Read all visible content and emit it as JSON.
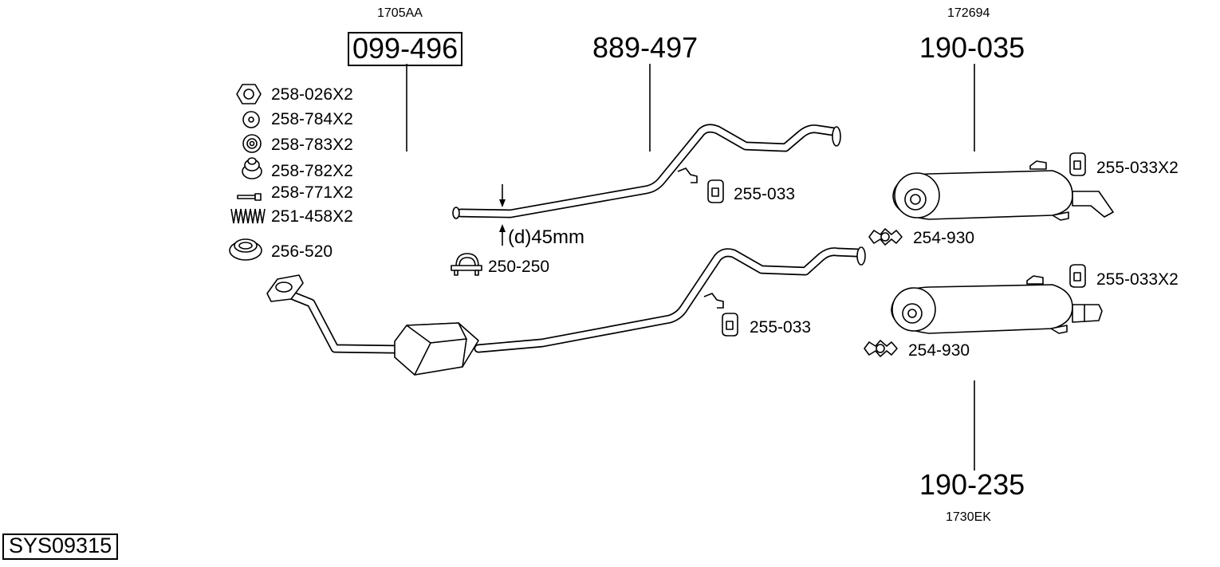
{
  "diagram": {
    "system_id": "SYS09315",
    "front_pipe": {
      "oe_code": "1705AA",
      "part_no": "099-496"
    },
    "centre_pipe": {
      "part_no": "889-497"
    },
    "rear_silencer_1": {
      "oe_code": "172694",
      "part_no": "190-035"
    },
    "rear_silencer_2": {
      "oe_code": "1730EK",
      "part_no": "190-235"
    },
    "diameter_note": "(d)45mm",
    "fittings": [
      {
        "icon": "hex-nut-icon",
        "label": "258-026X2"
      },
      {
        "icon": "washer-icon",
        "label": "258-784X2"
      },
      {
        "icon": "spring-washer-icon",
        "label": "258-783X2"
      },
      {
        "icon": "stepped-washer-icon",
        "label": "258-782X2"
      },
      {
        "icon": "bolt-icon",
        "label": "258-771X2"
      },
      {
        "icon": "spring-icon",
        "label": "251-458X2"
      },
      {
        "icon": "gasket-ring-icon",
        "label": "256-520"
      }
    ],
    "clamp_250": "250-250",
    "rubber_mount_a": "255-033",
    "rubber_mount_b": "255-033",
    "rubber_mount_pair_1": "255-033X2",
    "rubber_mount_pair_2": "255-033X2",
    "clamp_254_a": "254-930",
    "clamp_254_b": "254-930"
  }
}
